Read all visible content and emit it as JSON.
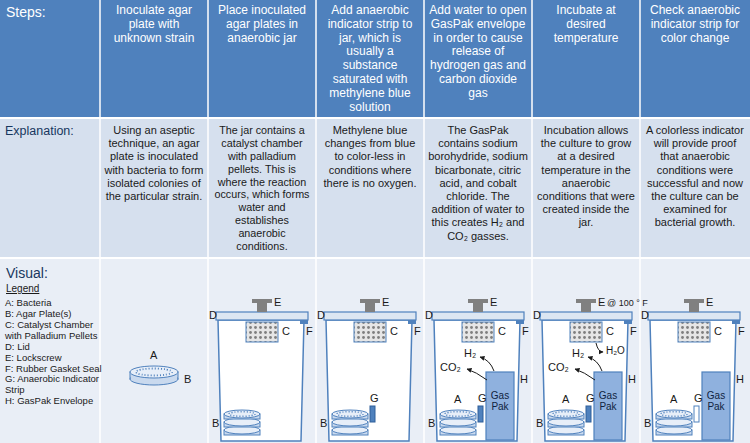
{
  "diagram": {
    "labels": [
      "Steps:",
      "Inoculate agar plate with unknown strain",
      "Place inoculated agar plates in anaerobic jar",
      "Add anaerobic indicator strip to jar, which is usually a substance saturated with methylene blue solution",
      "Add water to open GasPak envelope in order to cause release of hydrogen gas and carbon dioxide gas",
      "Incubate at desired temperature",
      "Check anaerobic indicator strip for color change",
      "Explanation:",
      "Using an aseptic technique, an agar plate is inoculated with bacteria to form isolated colonies of the particular strain.",
      "The jar contains a catalyst chamber with palladium pellets. This is where the reaction occurs, which forms water and establishes anaerobic conditions.",
      "Methylene blue changes from blue to color-less in conditions where there is no oxygen.",
      "The GasPak contains sodium borohydride, sodium bicarbonate, citric acid, and cobalt chloride. The addition of water to this creates H₂ and CO₂ gasses.",
      "Incubation allows the culture to grow at a desired temperature in the anaerobic conditions that were created inside the jar.",
      "A colorless indicator will provide proof that anaerobic conditions were successful and now the culture can be examined for bacterial growth.",
      "Visual:",
      "Legend",
      "A: Bacteria",
      "B: Agar Plate(s)",
      "C: Catalyst Chamber with Palladium Pellets",
      "D: Lid",
      "E: Lockscrew",
      "F: Rubber Gasket Seal",
      "G: Anaerobic Indicator Strip",
      "H: GasPak Envelope",
      "A",
      "B",
      "D",
      "E",
      "C",
      "F",
      "B",
      "D",
      "E",
      "C",
      "F",
      "G",
      "B",
      "D",
      "E",
      "C",
      "F",
      "H₂",
      "CO₂",
      "H",
      "A",
      "G",
      "B",
      "Gas Pak",
      "D",
      "E",
      "@ 100 ° F",
      "C",
      "F",
      "H₂O",
      "H₂",
      "CO₂",
      "H",
      "A",
      "G",
      "B",
      "Gas Pak",
      "D",
      "E",
      "C",
      "F",
      "H",
      "A",
      "G",
      "B",
      "Gas Pak"
    ]
  }
}
